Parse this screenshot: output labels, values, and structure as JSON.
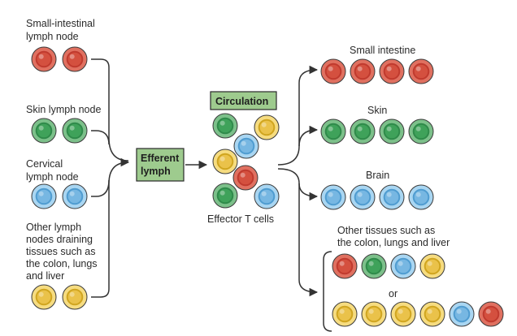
{
  "sources": [
    {
      "lines": [
        "Small-intestinal",
        "lymph node"
      ],
      "cells": [
        "red",
        "red"
      ]
    },
    {
      "lines": [
        "Skin lymph node"
      ],
      "cells": [
        "green",
        "green"
      ]
    },
    {
      "lines": [
        "Cervical",
        "lymph node"
      ],
      "cells": [
        "blue",
        "blue"
      ]
    },
    {
      "lines": [
        "Other lymph",
        "nodes draining",
        "tissues such as",
        "the colon, lungs",
        "and liver"
      ],
      "cells": [
        "yellow",
        "yellow"
      ]
    }
  ],
  "efferent_lymph": [
    "Efferent",
    "lymph"
  ],
  "circulation": {
    "label": "Circulation",
    "caption": "Effector T cells",
    "cells": [
      "green",
      "yellow",
      "blue",
      "yellow",
      "red",
      "green",
      "blue"
    ]
  },
  "destinations": [
    {
      "lines": [
        "Small intestine"
      ],
      "cells": [
        "red",
        "red",
        "red",
        "red"
      ]
    },
    {
      "lines": [
        "Skin"
      ],
      "cells": [
        "green",
        "green",
        "green",
        "green"
      ]
    },
    {
      "lines": [
        "Brain"
      ],
      "cells": [
        "blue",
        "blue",
        "blue",
        "blue"
      ]
    },
    {
      "lines": [
        "Other tissues such as",
        "the colon, lungs and liver"
      ],
      "cells": [
        "red",
        "green",
        "blue",
        "yellow"
      ]
    }
  ],
  "or_label": "or",
  "alternative_cells": [
    "yellow",
    "yellow",
    "yellow",
    "yellow",
    "blue",
    "red"
  ],
  "colors": {
    "red": {
      "outer": "#e07060",
      "ring": "#c03a2e",
      "inner": "#d4503f"
    },
    "green": {
      "outer": "#7cc08a",
      "ring": "#2f8a4a",
      "inner": "#3fa25a"
    },
    "blue": {
      "outer": "#a9d6f2",
      "ring": "#4f9cd0",
      "inner": "#77b7e2"
    },
    "yellow": {
      "outer": "#f6dc80",
      "ring": "#d0a51f",
      "inner": "#eac24a"
    },
    "box_fill": "#9ecb8e",
    "line": "#333333"
  }
}
